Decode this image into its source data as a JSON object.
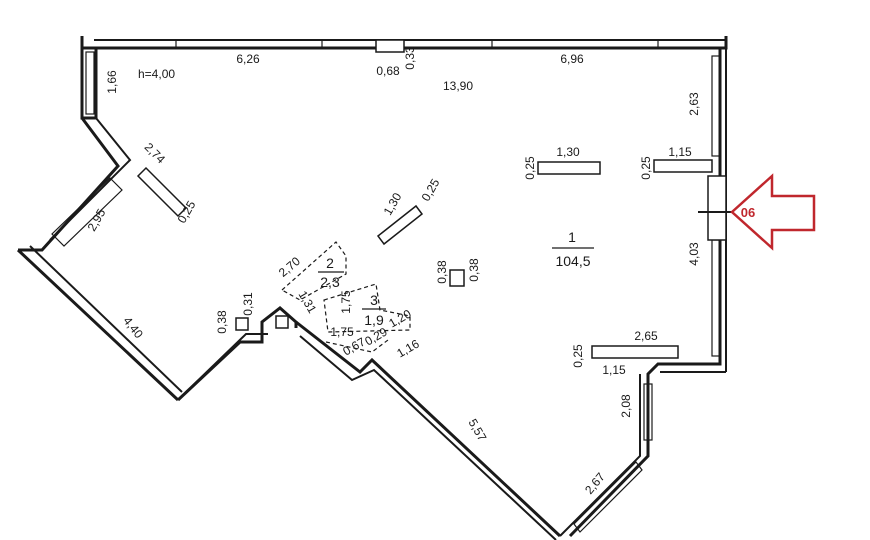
{
  "height_label": "h=4,00",
  "rooms": [
    {
      "number": "1",
      "area": "104,5"
    },
    {
      "number": "2",
      "area": "2,3"
    },
    {
      "number": "3",
      "area": "1,9"
    }
  ],
  "dims": {
    "d626": "6,26",
    "d068": "0,68",
    "d033": "0,33",
    "d696": "6,96",
    "d1390": "13,90",
    "d166": "1,66",
    "d263": "2,63",
    "d274": "2,74",
    "d025a": "0,25",
    "d130a": "1,30",
    "d025b": "0,25",
    "d115a": "1,15",
    "d025c": "0,25",
    "d295": "2,95",
    "d130b": "1,30",
    "d025d": "0,25",
    "d403": "4,03",
    "d270": "2,70",
    "d038a": "0,38",
    "d038b": "0,38",
    "d175a": "1,75",
    "d440": "4,40",
    "d038c": "0,38",
    "d031": "0,31",
    "d131": "1,31",
    "d175b": "1,75",
    "d120": "1,20",
    "d067": "0,67",
    "d029": "0,29",
    "d116": "1,16",
    "d265": "2,65",
    "d025e": "0,25",
    "d115b": "1,15",
    "d208": "2,08",
    "d557": "5,57",
    "d267": "2,67"
  },
  "entrance": {
    "label": "06",
    "color": "#c0272d"
  }
}
